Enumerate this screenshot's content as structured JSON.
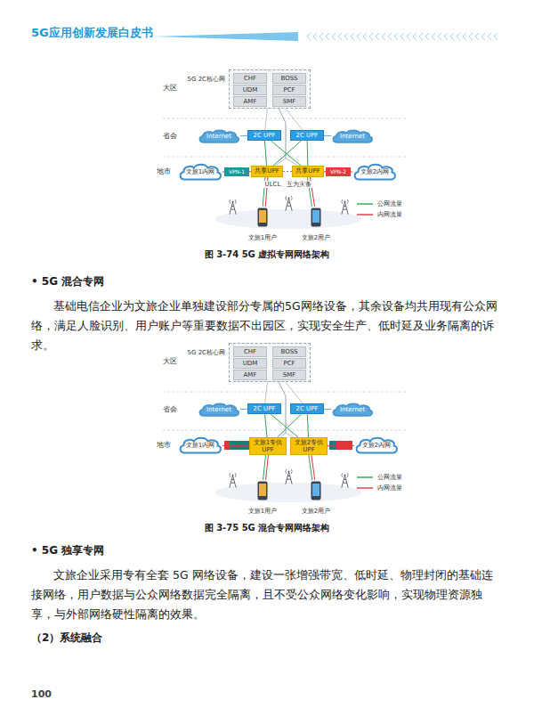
{
  "diagram": {
    "nodes": [
      {
        "text": [
          "5G 2C核心网"
        ]
      },
      {
        "text": [
          "CHF"
        ],
        "in": 0
      },
      {
        "text": [
          "BOSS"
        ],
        "in": 0
      },
      {
        "text": [
          "UDM"
        ],
        "in": 0
      },
      {
        "text": [
          "PCF"
        ],
        "in": 0
      },
      {
        "text": [
          "AMF"
        ],
        "in": 0
      },
      {
        "text": [
          "SMF"
        ],
        "in": 0
      },
      {
        "text": [
          "Internet"
        ]
      },
      {
        "text": [
          "2C UPF"
        ]
      },
      {
        "text": [
          "2C UPF"
        ]
      },
      {
        "text": [
          "Internet"
        ]
      },
      {
        "text": [
          "文旅1内网"
        ]
      },
      {
        "text": [
          "VPN-1"
        ]
      },
      {
        "text": [
          "共享UPF"
        ]
      },
      {
        "text": [
          "共享UPF"
        ]
      },
      {
        "text": [
          "VPN-2"
        ]
      },
      {
        "text": [
          "文旅2内网"
        ]
      },
      {
        "text": [
          "文旅1用户"
        ]
      },
      {
        "text": [
          "文旅2用户"
        ]
      },
      {
        "text": [
          "5G 2C核心网"
        ]
      },
      {
        "text": [
          "CHF"
        ],
        "in": 19
      },
      {
        "text": [
          "BOSS"
        ],
        "in": 19
      },
      {
        "text": [
          "UDM"
        ],
        "in": 19
      },
      {
        "text": [
          "PCF"
        ],
        "in": 19
      },
      {
        "text": [
          "AMF"
        ],
        "in": 19
      },
      {
        "text": [
          "SMF"
        ],
        "in": 19
      },
      {
        "text": [
          "Internet"
        ]
      },
      {
        "text": [
          "2C UPF"
        ]
      },
      {
        "text": [
          "2C UPF"
        ]
      },
      {
        "text": [
          "Internet"
        ]
      },
      {
        "text": [
          "文旅1内网"
        ]
      },
      {
        "text": [
          "文旅1专供UPF"
        ]
      },
      {
        "text": [
          "文旅2专供UPF"
        ]
      },
      {
        "text": [
          "文旅2内网"
        ]
      },
      {
        "text": [
          "文旅1用户"
        ]
      },
      {
        "text": [
          "文旅2用户"
        ]
      }
    ],
    "edges": [
      {
        "from": 0,
        "to": 8,
        "arrow": "none"
      },
      {
        "from": 0,
        "to": 9,
        "arrow": "none"
      },
      {
        "from": 0,
        "to": 13,
        "arrow": "none"
      },
      {
        "from": 0,
        "to": 14,
        "arrow": "none"
      },
      {
        "from": 7,
        "to": 8,
        "arrow": "none"
      },
      {
        "from": 9,
        "to": 10,
        "arrow": "none"
      },
      {
        "from": 8,
        "to": 13,
        "arrow": "none"
      },
      {
        "from": 8,
        "to": 14,
        "arrow": "none"
      },
      {
        "from": 9,
        "to": 13,
        "arrow": "none"
      },
      {
        "from": 9,
        "to": 14,
        "arrow": "none"
      },
      {
        "from": 11,
        "to": 12,
        "arrow": "none"
      },
      {
        "from": 12,
        "to": 13,
        "arrow": "none"
      },
      {
        "from": 14,
        "to": 15,
        "arrow": "none"
      },
      {
        "from": 15,
        "to": 16,
        "arrow": "none"
      },
      {
        "from": 17,
        "to": 13,
        "arrow": "none"
      },
      {
        "from": 18,
        "to": 14,
        "arrow": "none"
      },
      {
        "from": 13,
        "to": 14,
        "arrow": "none"
      },
      {
        "from": 19,
        "to": 27,
        "arrow": "none"
      },
      {
        "from": 19,
        "to": 28,
        "arrow": "none"
      },
      {
        "from": 19,
        "to": 31,
        "arrow": "none"
      },
      {
        "from": 19,
        "to": 32,
        "arrow": "none"
      },
      {
        "from": 26,
        "to": 27,
        "arrow": "none"
      },
      {
        "from": 28,
        "to": 29,
        "arrow": "none"
      },
      {
        "from": 27,
        "to": 31,
        "arrow": "none"
      },
      {
        "from": 27,
        "to": 32,
        "arrow": "none"
      },
      {
        "from": 28,
        "to": 31,
        "arrow": "none"
      },
      {
        "from": 28,
        "to": 32,
        "arrow": "none"
      },
      {
        "from": 30,
        "to": 31,
        "arrow": "none"
      },
      {
        "from": 32,
        "to": 33,
        "arrow": "none"
      },
      {
        "from": 34,
        "to": 31,
        "arrow": "none"
      },
      {
        "from": 35,
        "to": 32,
        "arrow": "none"
      }
    ],
    "labels": [
      "5G应用创新发展白皮书",
      "大区",
      "省会",
      "地市",
      "ULCL、互为灾备",
      "图 3-74 5G 虚拟专网网络架构",
      "• 5G 混合专网",
      "基础电信企业为文旅企业单独建设部分专属的5G网络设备，其余设备均共用现有公众网络，满足人脸识别、用户账户等重要数据不出园区，实现安全生产、低时延及业务隔离的诉求。",
      "大区",
      "省会",
      "地市",
      "图 3-75 5G 混合专网网络架构",
      "• 5G 独享专网",
      "文旅企业采用专有全套 5G 网络设备，建设一张增强带宽、低时延、物理封闭的基础连接网络，用户数据与公众网络数据完全隔离，且不受公众网络变化影响，实现物理资源独享，与外部网络硬性隔离的效果。",
      "（2）系统融合",
      "100"
    ],
    "legend": [
      {
        "text": "公网流量"
      },
      {
        "text": "内网流量"
      },
      {
        "text": "公网流量"
      },
      {
        "text": "内网流量"
      }
    ]
  }
}
